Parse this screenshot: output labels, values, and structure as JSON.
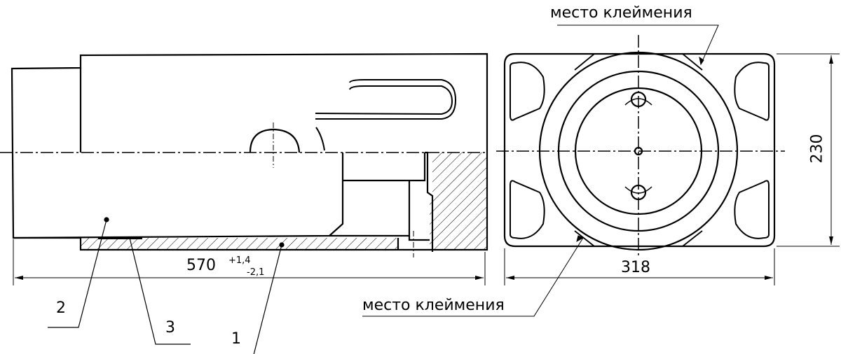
{
  "labels": {
    "marking_place_top": "место клеймения",
    "marking_place_bottom": "место клеймения",
    "callout_1": "1",
    "callout_2": "2",
    "callout_3": "3"
  },
  "dimensions": {
    "length": "570",
    "length_tol_upper": "+1,4",
    "length_tol_lower": "-2,1",
    "width": "318",
    "height": "230"
  }
}
